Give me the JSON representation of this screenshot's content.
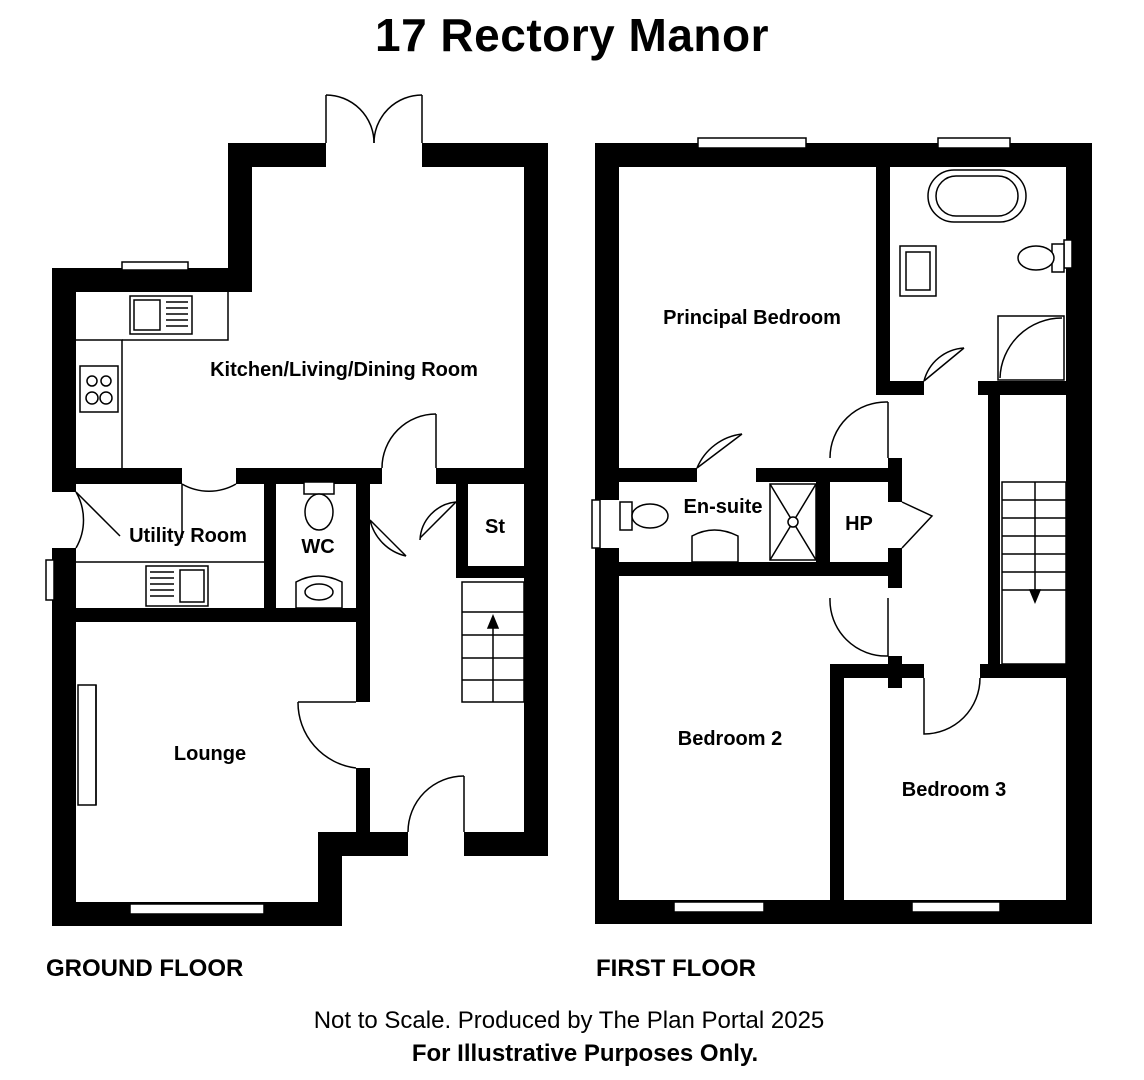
{
  "title": "17 Rectory Manor",
  "floors": {
    "ground": {
      "label": "GROUND FLOOR",
      "rooms": {
        "kitchen": "Kitchen/Living/Dining Room",
        "utility": "Utility Room",
        "wc": "WC",
        "store": "St",
        "lounge": "Lounge"
      }
    },
    "first": {
      "label": "FIRST FLOOR",
      "rooms": {
        "principal": "Principal Bedroom",
        "ensuite": "En-suite",
        "hp": "HP",
        "bedroom2": "Bedroom 2",
        "bedroom3": "Bedroom 3"
      }
    }
  },
  "footer": {
    "line1": "Not to Scale. Produced by The Plan Portal 2025",
    "line2": "For Illustrative Purposes Only."
  },
  "colors": {
    "wall": "#000000",
    "floor": "#ffffff"
  }
}
